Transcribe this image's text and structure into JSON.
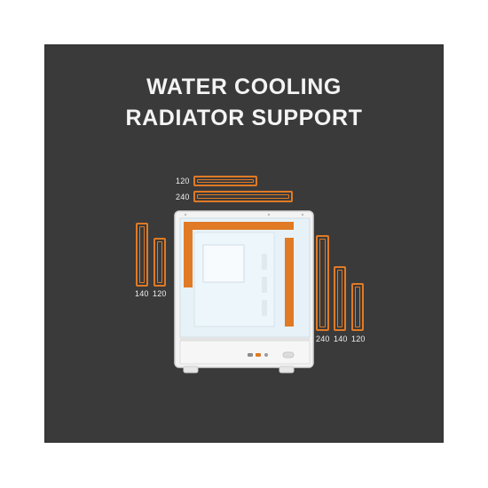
{
  "title": {
    "line1": "WATER COOLING",
    "line2": "RADIATOR SUPPORT"
  },
  "top_mounts": [
    {
      "label": "120"
    },
    {
      "label": "240"
    }
  ],
  "front_mounts": [
    {
      "label": "140"
    },
    {
      "label": "120"
    }
  ],
  "side_mounts": [
    {
      "label": "240"
    },
    {
      "label": "140"
    },
    {
      "label": "120"
    }
  ],
  "colors": {
    "background": "#3a3a3a",
    "accent": "#e07a25",
    "text": "#f4f4f4"
  }
}
